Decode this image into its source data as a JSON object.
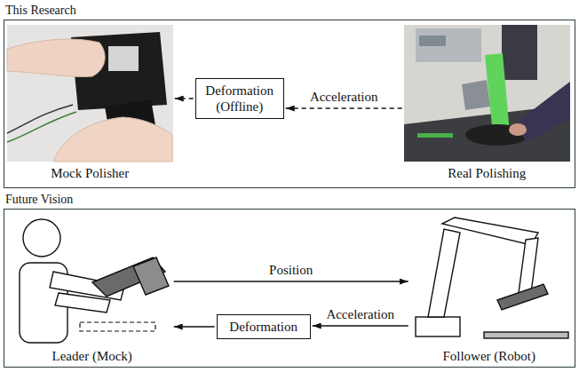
{
  "diagram": {
    "nodes": [
      {
        "text": [
          "This Research"
        ]
      },
      {
        "text": [
          "Mock Polisher"
        ],
        "in": 0
      },
      {
        "text": [
          "Deformation (Offline)"
        ],
        "in": 0
      },
      {
        "text": [
          "Real Polishing"
        ],
        "in": 0
      },
      {
        "text": [
          "Future Vision"
        ]
      },
      {
        "text": [
          "Leader (Mock)"
        ],
        "in": 4
      },
      {
        "text": [
          "Deformation"
        ],
        "in": 4
      },
      {
        "text": [
          "Follower (Robot)"
        ],
        "in": 4
      }
    ],
    "edges": [
      {
        "from": 3,
        "to": 2,
        "label": "Acceleration",
        "arrow": "to"
      },
      {
        "from": 2,
        "to": 1,
        "arrow": "to"
      },
      {
        "from": 5,
        "to": 7,
        "label": "Position",
        "arrow": "to"
      },
      {
        "from": 7,
        "to": 6,
        "label": "Acceleration",
        "arrow": "to"
      },
      {
        "from": 6,
        "to": 5,
        "arrow": "to"
      }
    ]
  }
}
